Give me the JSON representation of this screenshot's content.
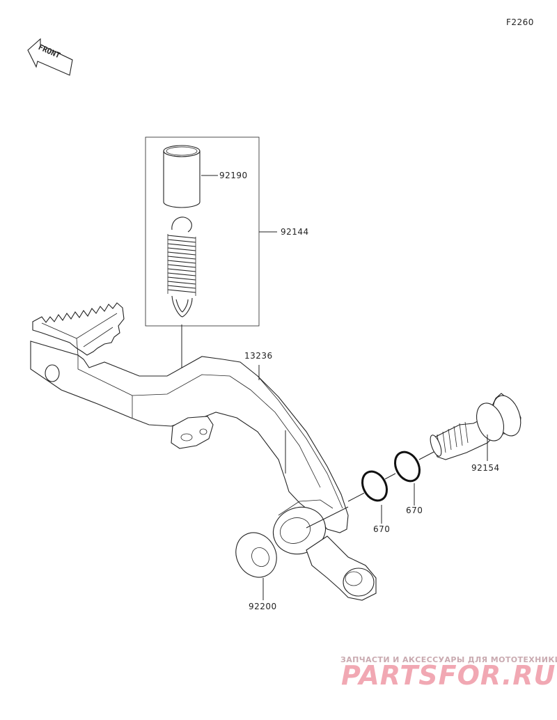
{
  "diagram": {
    "code": "F2260",
    "front_label": "FRONT"
  },
  "parts": [
    {
      "id": "92190",
      "name": "part-92190"
    },
    {
      "id": "92144",
      "name": "part-92144"
    },
    {
      "id": "13236",
      "name": "part-13236"
    },
    {
      "id": "92154",
      "name": "part-92154"
    },
    {
      "id": "670",
      "name": "part-670-a"
    },
    {
      "id": "670",
      "name": "part-670-b"
    },
    {
      "id": "92200",
      "name": "part-92200"
    }
  ],
  "watermark": {
    "subtitle": "ЗАПЧАСТИ И АКСЕССУАРЫ ДЛЯ МОТОТЕХНИКИ",
    "brand": "PARTSFOR.RU"
  }
}
